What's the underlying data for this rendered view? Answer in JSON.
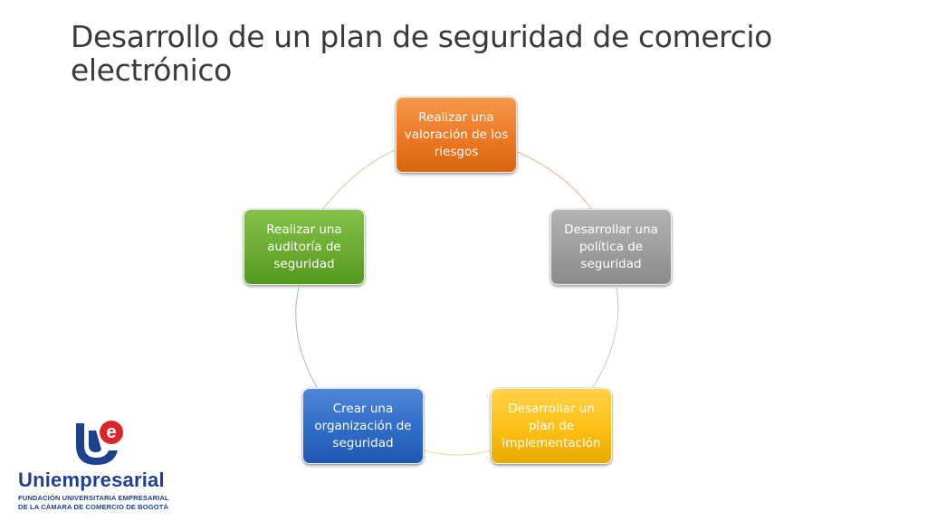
{
  "slide": {
    "title": "Desarrollo de un plan de seguridad de comercio electrónico"
  },
  "cycle": {
    "nodes": [
      {
        "lines": [
          "Realizar una",
          "valoración de los",
          "riesgos"
        ],
        "color": "#ed7823"
      },
      {
        "lines": [
          "Desarrollar una",
          "política de",
          "seguridad"
        ],
        "color": "#9d9d9d"
      },
      {
        "lines": [
          "Desarrollar un",
          "plan de",
          "implementación"
        ],
        "color": "#fcbf14"
      },
      {
        "lines": [
          "Crear una",
          "organización de",
          "seguridad"
        ],
        "color": "#2f6bc8"
      },
      {
        "lines": [
          "Realizar una",
          "auditoría de",
          "seguridad"
        ],
        "color": "#6aab30"
      }
    ]
  },
  "logo": {
    "mark_letter": "e",
    "name": "Uniempresarial",
    "subtitle_line1": "FUNDACIÓN UNIVERSITARIA EMPRESARIAL",
    "subtitle_line2": "DE LA CÁMARA DE COMERCIO DE BOGOTÁ",
    "colors": {
      "blue": "#1f3f8f",
      "red": "#d9262c"
    }
  }
}
